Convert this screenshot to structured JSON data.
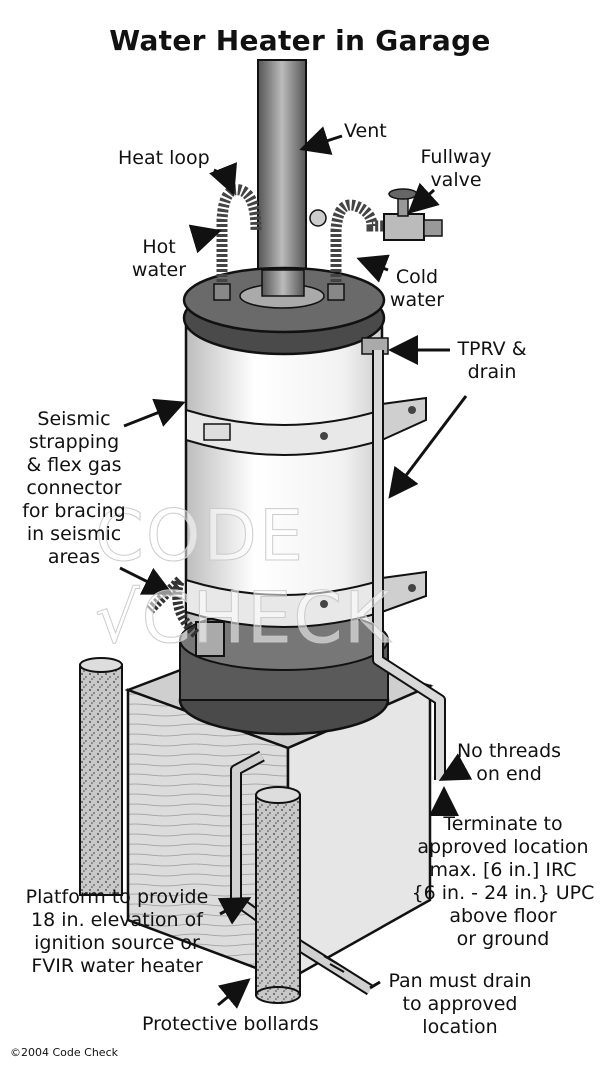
{
  "title": "Water Heater in Garage",
  "watermark": "CODE √CHECK",
  "copyright": "©2004 Code Check",
  "labels": {
    "vent": "Vent",
    "heat_loop": "Heat loop",
    "fullway_valve": "Fullway\nvalve",
    "hot_water": "Hot\nwater",
    "cold_water": "Cold\nwater",
    "tprv": "TPRV &\ndrain",
    "seismic": "Seismic\nstrapping\n& flex gas\nconnector\nfor bracing\nin seismic\nareas",
    "no_threads": "No threads\non end",
    "terminate": "Terminate to\napproved location\nmax. [6 in.] IRC\n{6 in. - 24 in.} UPC\nabove floor\nor ground",
    "platform": "Platform to provide\n18 in. elevation of\nignition source or\nFVIR water heater",
    "pan": "Pan must drain\nto approved\nlocation",
    "bollards": "Protective bollards"
  },
  "colors": {
    "ink": "#111111",
    "tank_body": "#f4f4f4",
    "tank_dark": "#3a3a3a",
    "wood": "#d9d9d9",
    "metal": "#9a9a9a"
  }
}
